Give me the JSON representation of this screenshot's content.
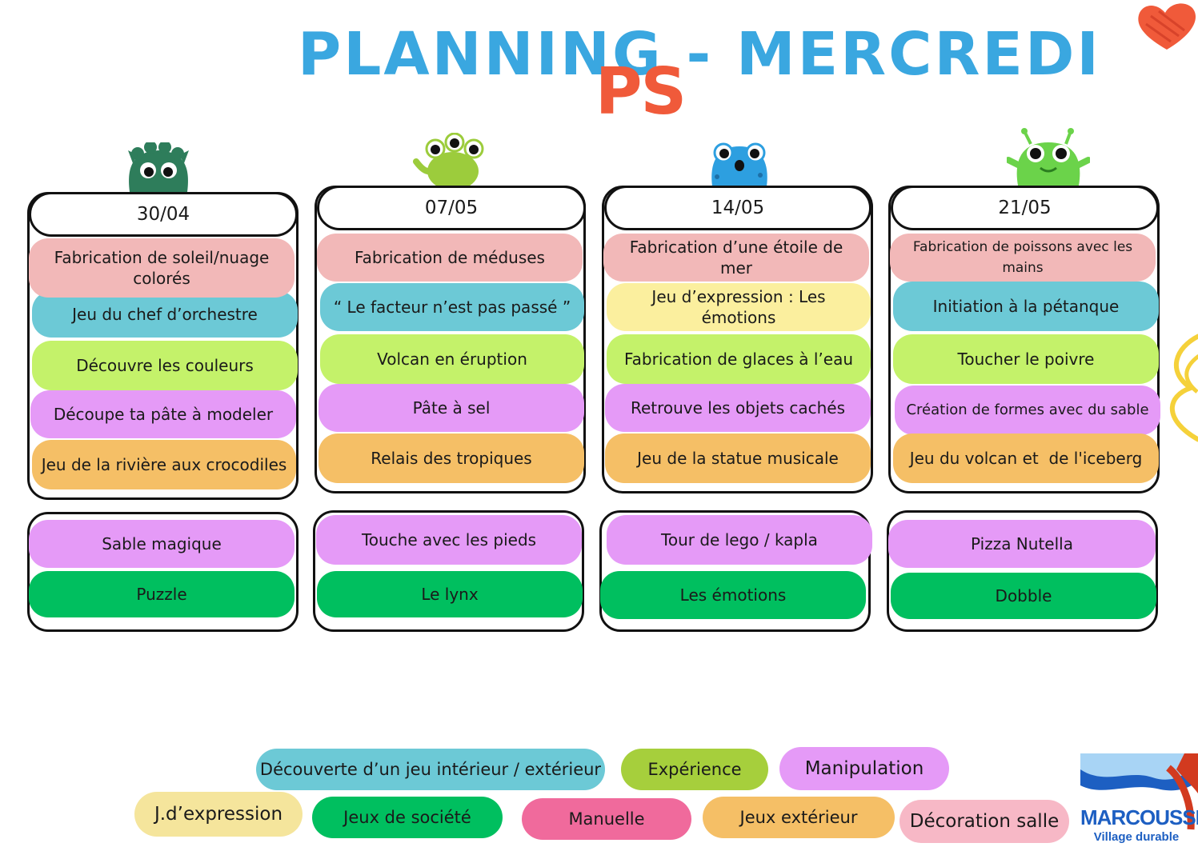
{
  "title": "PLANNING - MERCREDI",
  "subtitle": "PS",
  "columns": [
    {
      "date": "30/04",
      "activities": [
        "Fabrication de soleil/nuage\ncolorés",
        "Jeu du chef d’orchestre",
        "Découvre les couleurs",
        "Découpe ta pâte à modeler",
        "Jeu de la rivière aux crocodiles"
      ],
      "extras": [
        "Sable magique",
        "Puzzle"
      ]
    },
    {
      "date": "07/05",
      "activities": [
        "Fabrication de méduses",
        "“ Le facteur n’est pas passé ”",
        "Volcan en éruption",
        "Pâte à sel",
        "Relais des tropiques"
      ],
      "extras": [
        "Touche avec les pieds",
        "Le lynx"
      ]
    },
    {
      "date": "14/05",
      "activities": [
        "Fabrication d’une étoile de mer",
        "Jeu d’expression : Les émotions",
        "Fabrication de glaces à l’eau",
        "Retrouve les objets cachés",
        "Jeu de la statue musicale"
      ],
      "extras": [
        "Tour de lego / kapla",
        "Les émotions"
      ]
    },
    {
      "date": "21/05",
      "activities": [
        "Fabrication de poissons avec les mains",
        "Initiation à la pétanque",
        "Toucher le poivre",
        "Création de formes avec du sable",
        "Jeu du volcan et  de l'iceberg"
      ],
      "extras": [
        "Pizza Nutella",
        "Dobble"
      ]
    }
  ],
  "legend": {
    "row1": [
      "Découverte d’un jeu intérieur / extérieur",
      "Expérience",
      "Manipulation"
    ],
    "row2": [
      "J.d’expression",
      "Jeux de société",
      "Manuelle",
      "Jeux extérieur",
      "Décoration salle"
    ]
  },
  "logo": {
    "name": "MARCOUSSIS",
    "tagline": "Village durable"
  },
  "colors": {
    "title_blue": "#3aa7e0",
    "subtitle_red": "#f05a3a",
    "pink": "#f2b8b8",
    "teal": "#6cc9d6",
    "lime": "#c4f26a",
    "violet": "#e59af7",
    "orange": "#f5bf66",
    "cream": "#fbef9e",
    "green": "#00bf5f"
  },
  "icons": [
    "heart-icon",
    "swirl-icon",
    "dark-green-monster-icon",
    "lime-three-eyed-monster-icon",
    "blue-monster-icon",
    "green-antenna-monster-icon"
  ]
}
